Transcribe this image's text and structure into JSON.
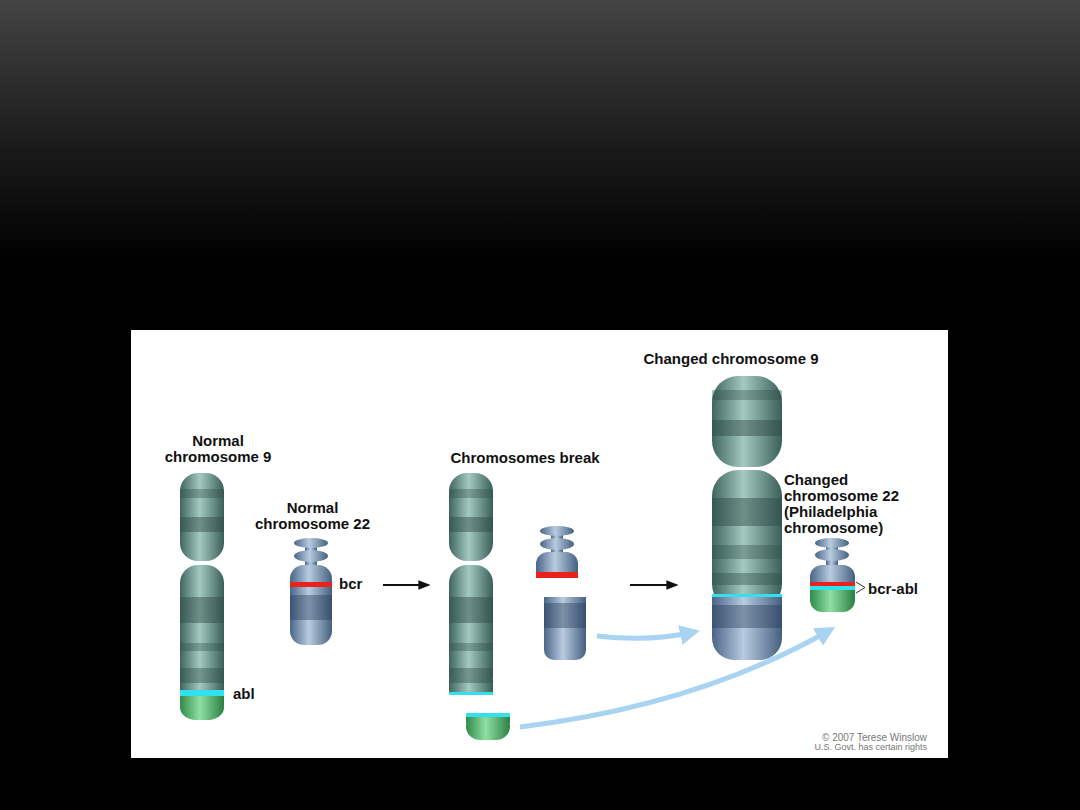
{
  "diagram": {
    "labels": [
      "Normal chromosome 9",
      "Normal chromosome 22",
      "bcr",
      "abl",
      "Chromosomes break",
      "Changed chromosome 9",
      "Changed chromosome 22 (Philadelphia chromosome)",
      "bcr-abl",
      "© 2007 Terese Winslow",
      "U.S. Govt. has certain rights"
    ]
  }
}
